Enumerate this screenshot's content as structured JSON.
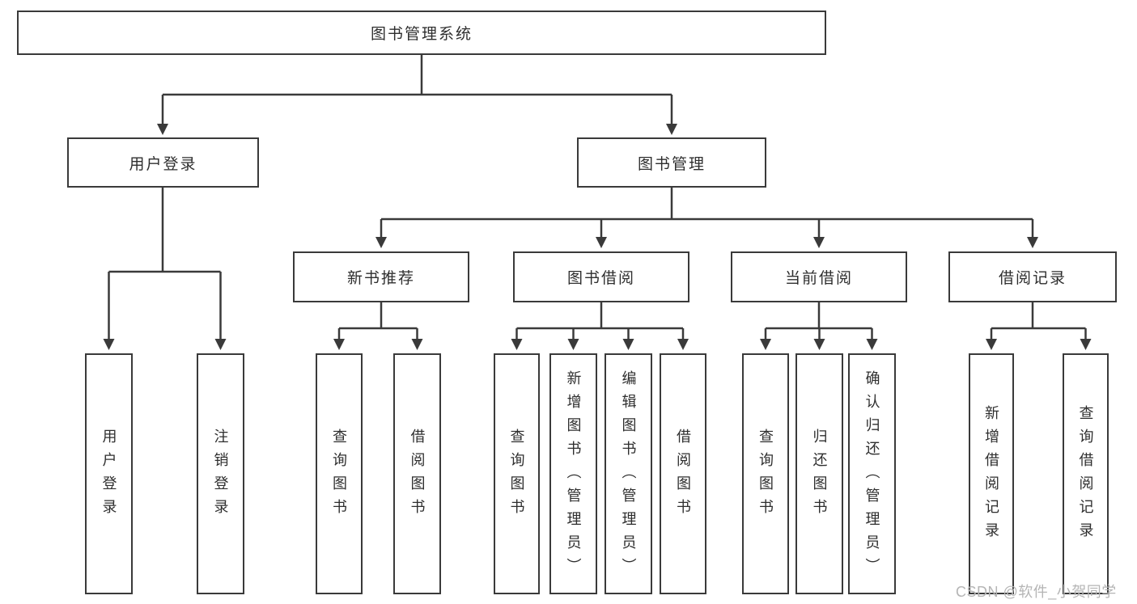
{
  "diagram": {
    "title": "图书管理系统",
    "tree": {
      "label": "图书管理系统",
      "children": [
        {
          "label": "用户登录",
          "children": [
            {
              "label": "用户登录"
            },
            {
              "label": "注销登录"
            }
          ]
        },
        {
          "label": "图书管理",
          "children": [
            {
              "label": "新书推荐",
              "children": [
                {
                  "label": "查询图书"
                },
                {
                  "label": "借阅图书"
                }
              ]
            },
            {
              "label": "图书借阅",
              "children": [
                {
                  "label": "查询图书"
                },
                {
                  "label": "新增图书（管理员）"
                },
                {
                  "label": "编辑图书（管理员）"
                },
                {
                  "label": "借阅图书"
                }
              ]
            },
            {
              "label": "当前借阅",
              "children": [
                {
                  "label": "查询图书"
                },
                {
                  "label": "归还图书"
                },
                {
                  "label": "确认归还（管理员）"
                }
              ]
            },
            {
              "label": "借阅记录",
              "children": [
                {
                  "label": "新增借阅记录"
                },
                {
                  "label": "查询借阅记录"
                }
              ]
            }
          ]
        }
      ]
    },
    "watermark": "CSDN @软件_小贺同学",
    "colors": {
      "line": "#3a3a3a",
      "text": "#2e2e2e",
      "watermark": "#b5b5b5",
      "background": "#ffffff"
    }
  }
}
